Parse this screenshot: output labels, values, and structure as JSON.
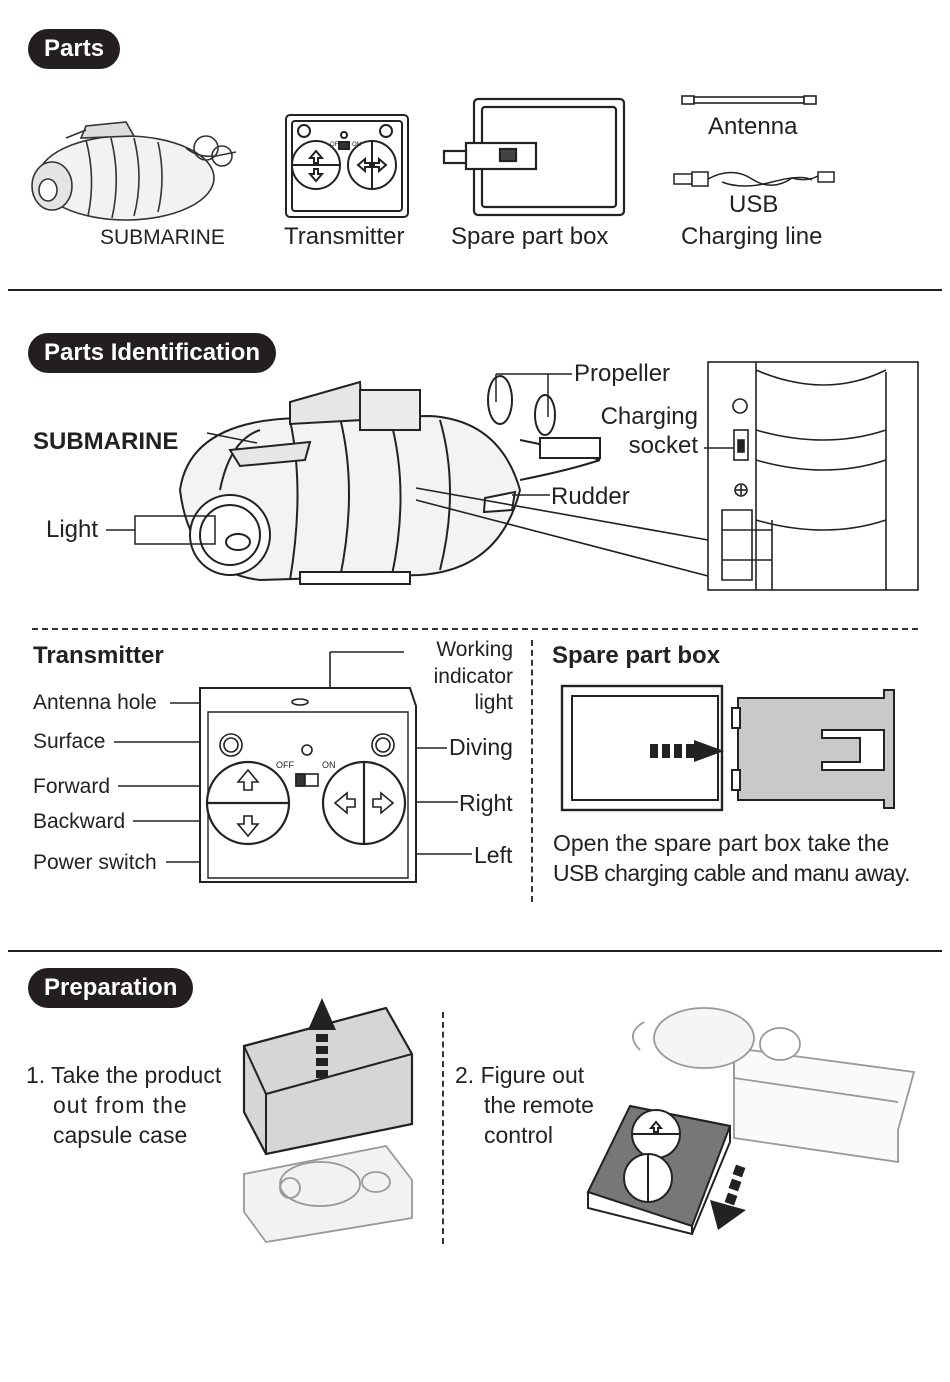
{
  "parts": {
    "title": "Parts",
    "items": {
      "submarine": "SUBMARINE",
      "transmitter": "Transmitter",
      "spare_box": "Spare part box",
      "antenna": "Antenna",
      "usb_line1": "USB",
      "usb_line2": "Charging line"
    }
  },
  "identification": {
    "title": "Parts Identification",
    "submarine_heading": "SUBMARINE",
    "light": "Light",
    "propeller": "Propeller",
    "charging_line1": "Charging",
    "charging_line2": "socket",
    "rudder": "Rudder"
  },
  "transmitter": {
    "heading": "Transmitter",
    "antenna_hole": "Antenna hole",
    "surface": "Surface",
    "forward": "Forward",
    "backward": "Backward",
    "power_switch": "Power switch",
    "working_line1": "Working",
    "working_line2": "indicator",
    "working_line3": "light",
    "diving": "Diving",
    "right": "Right",
    "left": "Left",
    "switch_off": "OFF",
    "switch_on": "ON"
  },
  "spare_box": {
    "heading": "Spare part box",
    "caption_line1": "Open the spare part box take the",
    "caption_line2": "USB charging cable and manu away."
  },
  "preparation": {
    "title": "Preparation",
    "step1_line1": "1. Take the product",
    "step1_line2": "out from the",
    "step1_line3": "capsule case",
    "step2_line1": "2. Figure out",
    "step2_line2": "the remote",
    "step2_line3": "control"
  }
}
